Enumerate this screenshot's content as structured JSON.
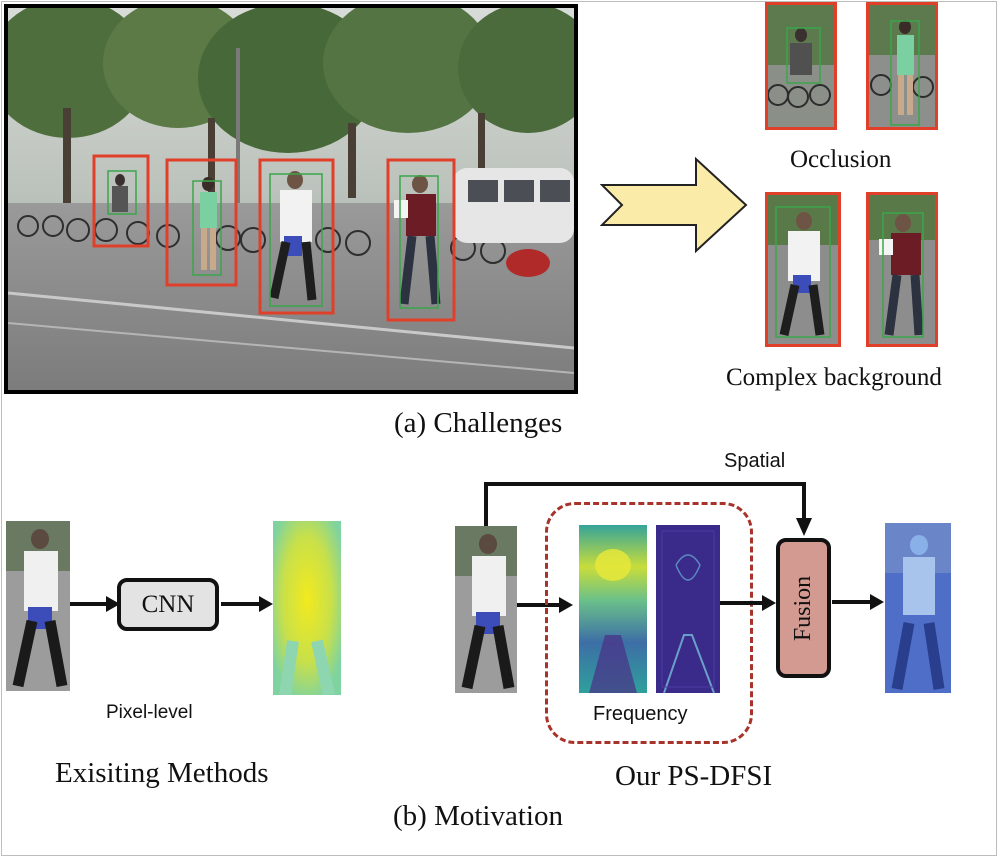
{
  "figure": {
    "challenges": {
      "caption": "(a) Challenges",
      "occlusion_label": "Occlusion",
      "complex_bg_label": "Complex background"
    },
    "motivation": {
      "caption": "(b) Motivation",
      "existing": {
        "title": "Exisiting Methods",
        "block_label": "CNN",
        "feature_label": "Pixel-level"
      },
      "ours": {
        "title": "Our PS-DFSI",
        "spatial_label": "Spatial",
        "frequency_label": "Frequency",
        "fusion_label": "Fusion"
      }
    },
    "colors": {
      "red_box": "#e0402a",
      "green_box": "#3aa64a",
      "arrow_fill": "#fbeba8",
      "cnn_fill": "#e3e3e3",
      "fusion_fill": "#d39a91",
      "frequency_border": "#a8332a"
    }
  }
}
